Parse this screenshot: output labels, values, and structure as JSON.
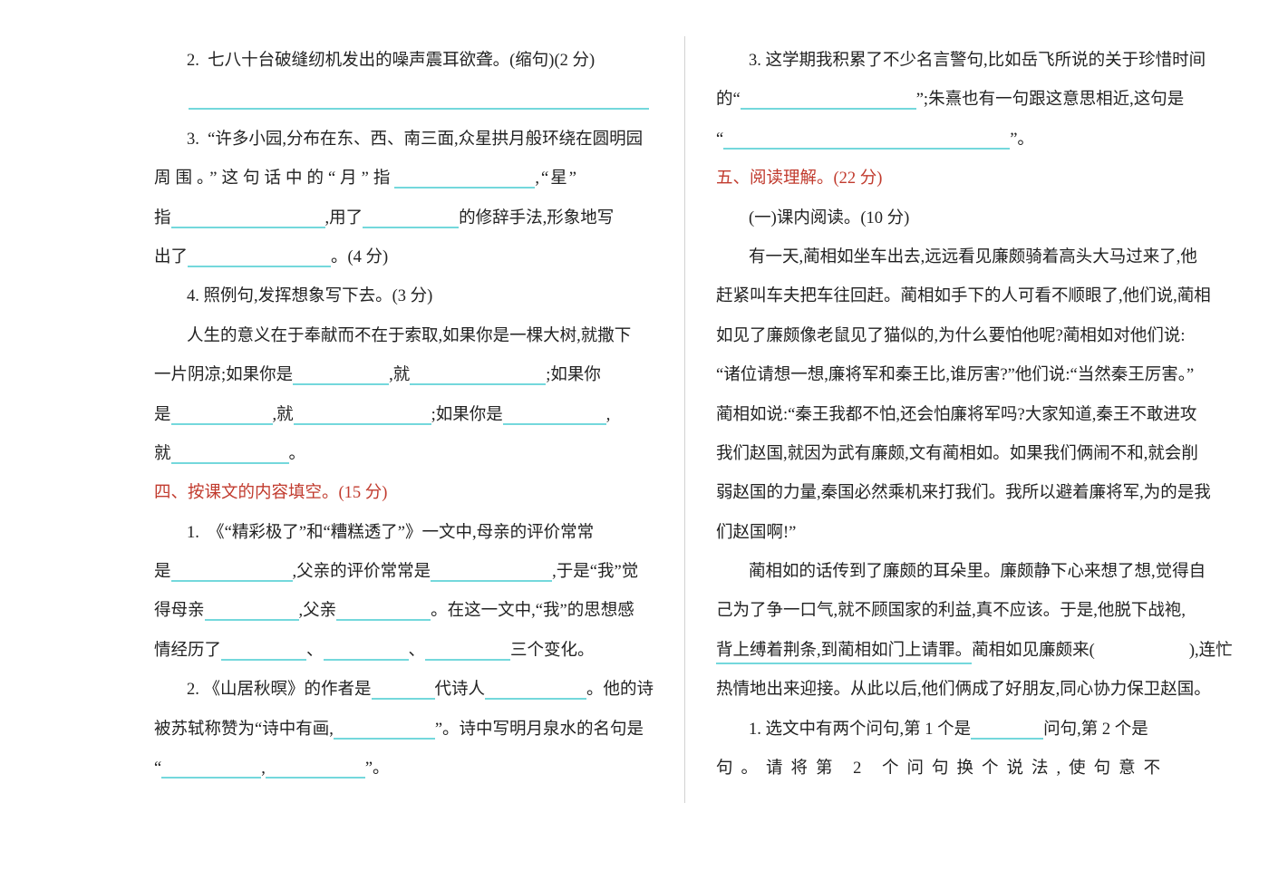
{
  "colors": {
    "heading_red": "#c13b2e",
    "blank_line_cyan": "#74d8dc",
    "body_text": "#222222",
    "divider_gray": "#d2d2d2",
    "page_background": "#ffffff"
  },
  "document": {
    "kind_hint": "chinese-language-exam-paper",
    "section_headings": [
      "四、按课文的内容填空。(15 分)",
      "五、阅读理解。(22 分)"
    ]
  },
  "columns": {
    "left": {
      "lines": [
        {
          "in": 36,
          "seg": [
            {
              "t": "2.  七八十台破缝纫机发出的噪声震耳欲聋。(缩句)(2 分)"
            }
          ]
        },
        {
          "in": 38,
          "seg": [
            {
              "b": 508
            }
          ]
        },
        {
          "in": 36,
          "seg": [
            {
              "t": "3.  “许多小园,分布在东、西、南三面,众星拱月般环绕在圆明园"
            }
          ]
        },
        {
          "seg": [
            {
              "t": "周围。”这句话中的“月”指",
              "ls": 5
            },
            {
              "b": 155
            },
            {
              "t": ",“星”",
              "ls": 2
            }
          ]
        },
        {
          "seg": [
            {
              "t": "指"
            },
            {
              "b": 170
            },
            {
              "t": ",用了"
            },
            {
              "b": 106
            },
            {
              "t": "的修辞手法,形象地写"
            }
          ]
        },
        {
          "seg": [
            {
              "t": "出了"
            },
            {
              "b": 158
            },
            {
              "t": "。(4 分)"
            }
          ]
        },
        {
          "in": 36,
          "seg": [
            {
              "t": "4. 照例句,发挥想象写下去。(3 分)"
            }
          ]
        },
        {
          "in": 36,
          "seg": [
            {
              "t": "人生的意义在于奉献而不在于索取,如果你是一棵大树,就撒下"
            }
          ]
        },
        {
          "seg": [
            {
              "t": "一片阴凉;如果你是"
            },
            {
              "b": 106
            },
            {
              "t": ",就"
            },
            {
              "b": 150
            },
            {
              "t": ";如果你"
            }
          ]
        },
        {
          "seg": [
            {
              "t": "是"
            },
            {
              "b": 112
            },
            {
              "t": ",就"
            },
            {
              "b": 152
            },
            {
              "t": ";如果你是"
            },
            {
              "b": 114
            },
            {
              "t": ","
            }
          ]
        },
        {
          "seg": [
            {
              "t": "就"
            },
            {
              "b": 130
            },
            {
              "t": "。"
            }
          ]
        },
        {
          "red": true,
          "seg": [
            {
              "t": "四、按课文的内容填空。(15 分)"
            }
          ]
        },
        {
          "in": 36,
          "seg": [
            {
              "t": "1.  《“精彩极了”和“糟糕透了”》一文中,母亲的评价常常"
            }
          ]
        },
        {
          "seg": [
            {
              "t": "是"
            },
            {
              "b": 134
            },
            {
              "t": ",父亲的评价常常是"
            },
            {
              "b": 134
            },
            {
              "t": ",于是“我”觉"
            }
          ]
        },
        {
          "seg": [
            {
              "t": "得母亲"
            },
            {
              "b": 104
            },
            {
              "t": ",父亲"
            },
            {
              "b": 104
            },
            {
              "t": "。在这一文中,“我”的思想感"
            }
          ]
        },
        {
          "seg": [
            {
              "t": "情经历了"
            },
            {
              "b": 94
            },
            {
              "t": "、"
            },
            {
              "b": 94
            },
            {
              "t": "、"
            },
            {
              "b": 94
            },
            {
              "t": "三个变化。"
            }
          ]
        },
        {
          "in": 36,
          "seg": [
            {
              "t": "2. 《山居秋暝》的作者是"
            },
            {
              "b": 70
            },
            {
              "t": "代诗人"
            },
            {
              "b": 112
            },
            {
              "t": "。他的诗"
            }
          ]
        },
        {
          "seg": [
            {
              "t": "被苏轼称赞为“诗中有画,"
            },
            {
              "b": 112
            },
            {
              "t": "”。诗中写明月泉水的名句是"
            }
          ]
        },
        {
          "seg": [
            {
              "t": "“"
            },
            {
              "b": 110
            },
            {
              "t": ","
            },
            {
              "b": 110
            },
            {
              "t": "”。"
            }
          ]
        }
      ]
    },
    "right": {
      "lines": [
        {
          "in": 36,
          "seg": [
            {
              "t": "3. 这学期我积累了不少名言警句,比如岳飞所说的关于珍惜时间"
            }
          ]
        },
        {
          "seg": [
            {
              "t": "的“"
            },
            {
              "b": 194
            },
            {
              "t": "”;朱熹也有一句跟这意思相近,这句是"
            }
          ]
        },
        {
          "seg": [
            {
              "t": "“"
            },
            {
              "b": 316
            },
            {
              "t": "”。"
            }
          ]
        },
        {
          "red": true,
          "seg": [
            {
              "t": "五、阅读理解。(22 分)"
            }
          ]
        },
        {
          "in": 36,
          "seg": [
            {
              "t": "(一)课内阅读。(10 分)"
            }
          ]
        },
        {
          "in": 36,
          "seg": [
            {
              "t": "有一天,蔺相如坐车出去,远远看见廉颇骑着高头大马过来了,他"
            }
          ]
        },
        {
          "seg": [
            {
              "t": "赶紧叫车夫把车往回赶。蔺相如手下的人可看不顺眼了,他们说,蔺相"
            }
          ]
        },
        {
          "seg": [
            {
              "t": "如见了廉颇像老鼠见了猫似的,为什么要怕他呢?蔺相如对他们说:"
            }
          ]
        },
        {
          "seg": [
            {
              "t": "“诸位请想一想,廉将军和秦王比,谁厉害?”他们说:“当然秦王厉害。”"
            }
          ]
        },
        {
          "seg": [
            {
              "t": "蔺相如说:“秦王我都不怕,还会怕廉将军吗?大家知道,秦王不敢进攻"
            }
          ]
        },
        {
          "seg": [
            {
              "t": "我们赵国,就因为武有廉颇,文有蔺相如。如果我们俩闹不和,就会削"
            }
          ]
        },
        {
          "seg": [
            {
              "t": "弱赵国的力量,秦国必然乘机来打我们。我所以避着廉将军,为的是我"
            }
          ]
        },
        {
          "seg": [
            {
              "t": "们赵国啊!”"
            }
          ]
        },
        {
          "in": 36,
          "seg": [
            {
              "t": "蔺相如的话传到了廉颇的耳朵里。廉颇静下心来想了想,觉得自"
            }
          ]
        },
        {
          "seg": [
            {
              "t": "己为了争一口气,就不顾国家的利益,真不应该。于是,他脱下战袍,"
            }
          ]
        },
        {
          "seg": [
            {
              "u": "背上缚着荆条,到蔺相如门上请罪。"
            },
            {
              "t": "蔺相如见廉颇来("
            },
            {
              "g": 104
            },
            {
              "t": "),连忙"
            }
          ]
        },
        {
          "seg": [
            {
              "t": "热情地出来迎接。从此以后,他们俩成了好朋友,同心协力保卫赵国。"
            }
          ]
        },
        {
          "in": 36,
          "seg": [
            {
              "t": "1. 选文中有两个问句,第 1 个是"
            },
            {
              "b": 80
            },
            {
              "t": "问句,第 2 个是"
            }
          ]
        },
        {
          "ls": 9,
          "seg": [
            {
              "t": "句。请将第 2 个问句换个说法,使句意不"
            }
          ]
        }
      ]
    }
  }
}
